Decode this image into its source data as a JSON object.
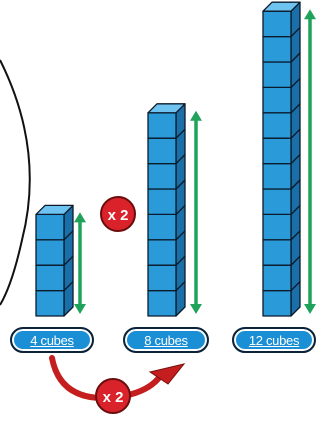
{
  "colors": {
    "cube_front": "#2b9ad9",
    "cube_top": "#6fc3f0",
    "cube_side": "#1a6fa8",
    "outline": "#0b1b2b",
    "arrow_green": "#1fa35a",
    "badge_red": "#d9222a",
    "curve_red": "#c41e1e",
    "pill_blue": "#1a8fd6"
  },
  "towers": [
    {
      "cubes": 4,
      "label": "4 cubes"
    },
    {
      "cubes": 8,
      "label": "8 cubes"
    },
    {
      "cubes": 12,
      "label": "12 cubes"
    }
  ],
  "multiplier_top": "x 2",
  "multiplier_bottom": "x 2"
}
